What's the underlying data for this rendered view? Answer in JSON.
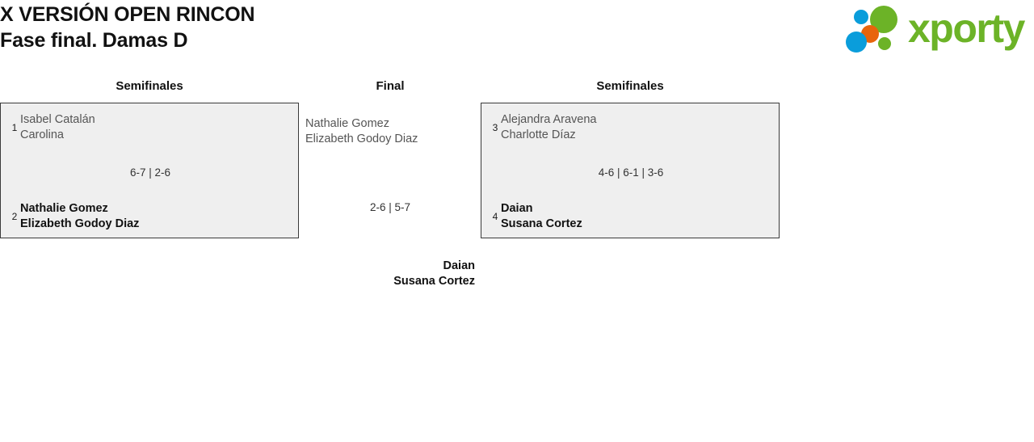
{
  "header": {
    "title_line_1": "X VERSIÓN OPEN RINCON",
    "title_line_2": "Fase final. Damas D",
    "logo": {
      "wordmark": "xporty",
      "colors": {
        "green": "#6cb327",
        "blue": "#0a9ddb",
        "orange": "#e8640c"
      }
    }
  },
  "bracket": {
    "rounds": [
      {
        "id": "semifinals-left",
        "label": "Semifinales"
      },
      {
        "id": "final",
        "label": "Final"
      },
      {
        "id": "semifinals-right",
        "label": "Semifinales"
      }
    ],
    "matches": {
      "semifinal_1": {
        "top": {
          "seed": "1",
          "player_1": "Isabel Catalán",
          "player_2": "Carolina",
          "result": "loser"
        },
        "bottom": {
          "seed": "2",
          "player_1": "Nathalie Gomez",
          "player_2": "Elizabeth Godoy Diaz",
          "result": "winner"
        },
        "score": "6-7 | 2-6"
      },
      "semifinal_2": {
        "top": {
          "seed": "3",
          "player_1": "Alejandra Aravena",
          "player_2": "Charlotte Díaz",
          "result": "loser"
        },
        "bottom": {
          "seed": "4",
          "player_1": "Daian",
          "player_2": "Susana Cortez",
          "result": "winner"
        },
        "score": "4-6 | 6-1 | 3-6"
      },
      "final": {
        "top": {
          "player_1": "Nathalie Gomez",
          "player_2": "Elizabeth Godoy Diaz",
          "result": "loser"
        },
        "bottom": {
          "player_1": "Daian",
          "player_2": "Susana Cortez",
          "result": "winner"
        },
        "score": "2-6 | 5-7"
      }
    }
  }
}
